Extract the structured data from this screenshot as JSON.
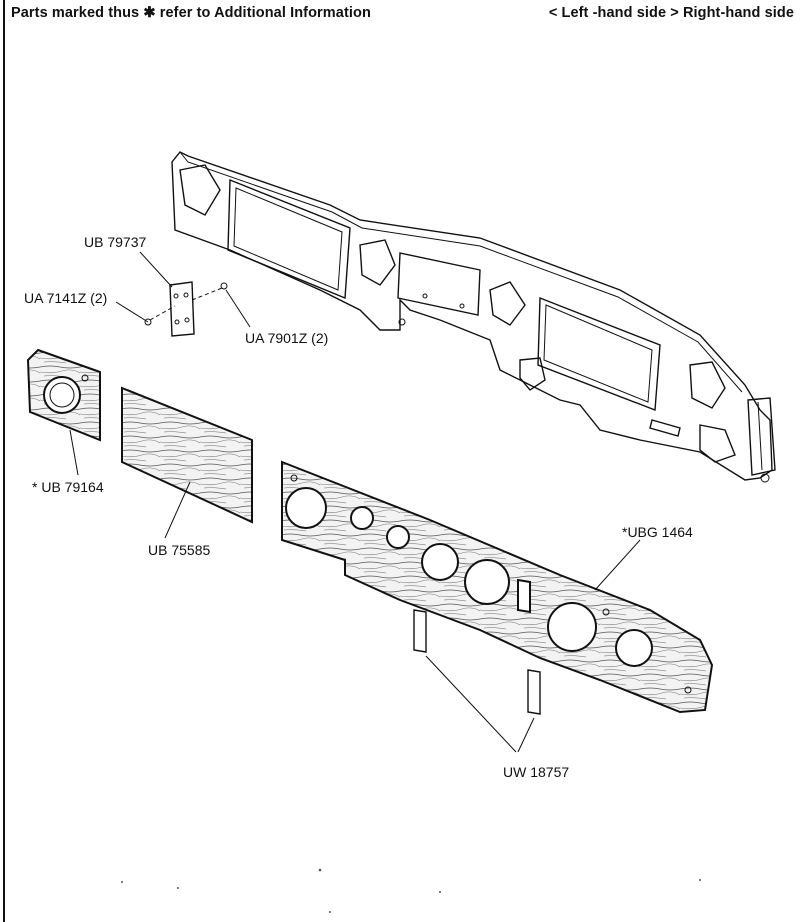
{
  "header": {
    "note": "Parts marked thus ✱ refer to Additional Information",
    "legend": "< Left -hand side   > Right-hand side"
  },
  "parts": {
    "ub79737": "UB 79737",
    "ua7141z": "UA 7141Z (2)",
    "ua7901z": "UA 7901Z (2)",
    "ub79164": "* UB 79164",
    "ub75585": "UB 75585",
    "ubg1464": "*UBG 1464",
    "uw18757": "UW 18757"
  }
}
